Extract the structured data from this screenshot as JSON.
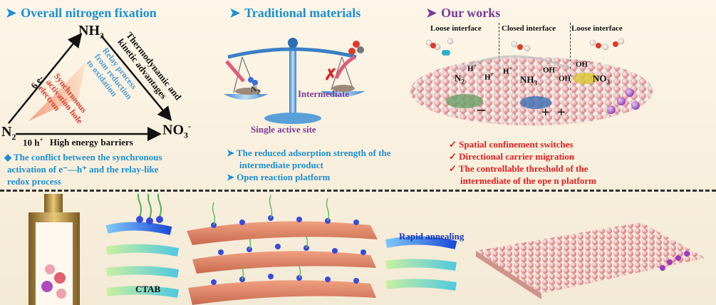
{
  "panels": {
    "overall": {
      "header": "Overall nitrogen fixation",
      "n2": "N",
      "n2_sub": "2",
      "nh3": "NH",
      "nh3_sub": "3",
      "no3": "NO",
      "no3_sub": "3",
      "no3_sup": "-",
      "six_e": "6 e-",
      "ten_h": "10 h",
      "ten_h_sup": "+",
      "barriers": "High energy barriers",
      "thermo_1": "Thermodynamic and",
      "thermo_2": "kinetic advantages",
      "relay_1": "Relay process",
      "relay_2": "from reduction",
      "relay_3": "to oxidation",
      "sync_1": "Synchronous",
      "sync_2": "activation hole",
      "sync_3": "electron",
      "conflict_1": "The conflict between the synchronous",
      "conflict_2": "activation of e⁻—h⁺ and the relay-like",
      "conflict_3": "redox process"
    },
    "traditional": {
      "header": "Traditional materials",
      "n2_label": "N",
      "n2_sub": "2",
      "intermediate": "Intermediate",
      "single_site": "Single active site",
      "bullet_1a": "The reduced adsorption strength of the",
      "bullet_1b": "intermediate product",
      "bullet_2": "Open reaction platform"
    },
    "ours": {
      "header": "Our works",
      "loose_1": "Loose interface",
      "closed": "Closed interface",
      "loose_2": "Loose interface",
      "n2": "N",
      "n2_sub": "2",
      "h_plus_1": "H",
      "h_plus_2": "H",
      "h_plus_3": "H",
      "nh3": "NH",
      "nh3_sub": "3",
      "oh_1": "OH",
      "oh_2": "OH",
      "oh_3": "OH",
      "no3": "NO",
      "no3_sub": "3",
      "bullet_1": "Spatial confinement switches",
      "bullet_2": "Directional carrier migration",
      "bullet_3a": "The controllable threshold of the",
      "bullet_3b": "intermediate of the ope n platform"
    },
    "synthesis": {
      "ctab": "CTAB",
      "rapid": "Rapid annealing"
    }
  },
  "colors": {
    "blue_text": "#1b8fd3",
    "purple_text": "#7a3a98",
    "red_text": "#e02020",
    "background": "#f8eedc"
  }
}
